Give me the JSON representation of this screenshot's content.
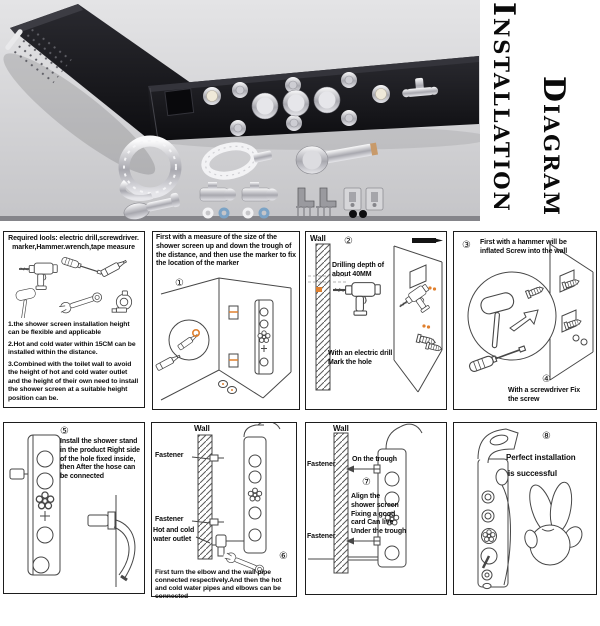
{
  "title": {
    "line1": "Installation",
    "line2": "Diagram"
  },
  "colors": {
    "accent_orange": "#e0802e",
    "panel_black": "#17171b",
    "photo_bg": "#d2d2d5",
    "line": "#474747"
  },
  "tools_panel": {
    "header": "Required lools: electric drill,screwdriver. marker,Hammer.wrench,tape measure",
    "note1": "1.the shower screen installation height can be flexible and applicable",
    "note2": "2.Hot and cold water within 15CM can be installed within the distance.",
    "note3": "3.Combined with the toilet wall to avoid the height of hot and cold water outlet and the height of their own need to install the shower screen at a suitable height position can be."
  },
  "step1": {
    "number": "①",
    "header": "First with a measure of the size of the shower screen up and down the trough of the distance, and then use the marker to fix the location of the marker"
  },
  "step2": {
    "number": "②",
    "wall_label": "Wall",
    "depth_note": "Drilling depth of about 40MM",
    "bottom_note": "With an electric drill Mark the hole"
  },
  "step3": {
    "number": "③",
    "note": "First with a hammer will be inflated Screw into the wall"
  },
  "step4": {
    "number": "④",
    "note": "With a screwdriver Fix the screw"
  },
  "step5": {
    "number": "⑤",
    "note": "Install the shower stand in the product Right side of the hole fixed inside, then After the hose can be connected"
  },
  "step6": {
    "number": "⑥",
    "wall_label": "Wall",
    "fastener_top": "Fastener",
    "fastener_bottom": "Fastener",
    "outlet_label": "Hot and cold water outlet",
    "note": "First turn the elbow and the wall pipe connected respectively.And then the hot and cold water pipes and elbows can be connected"
  },
  "step7": {
    "number": "⑦",
    "wall_label": "Wall",
    "fastener_top": "Fastener",
    "fastener_bottom": "Fastener",
    "on_trough": "On the trough",
    "align_note": "Align the shower screen Fixing a good card Can live",
    "under_trough": "Under the trough"
  },
  "step8": {
    "number": "⑧",
    "line1": "Perfect installation",
    "line2": "is successful"
  }
}
